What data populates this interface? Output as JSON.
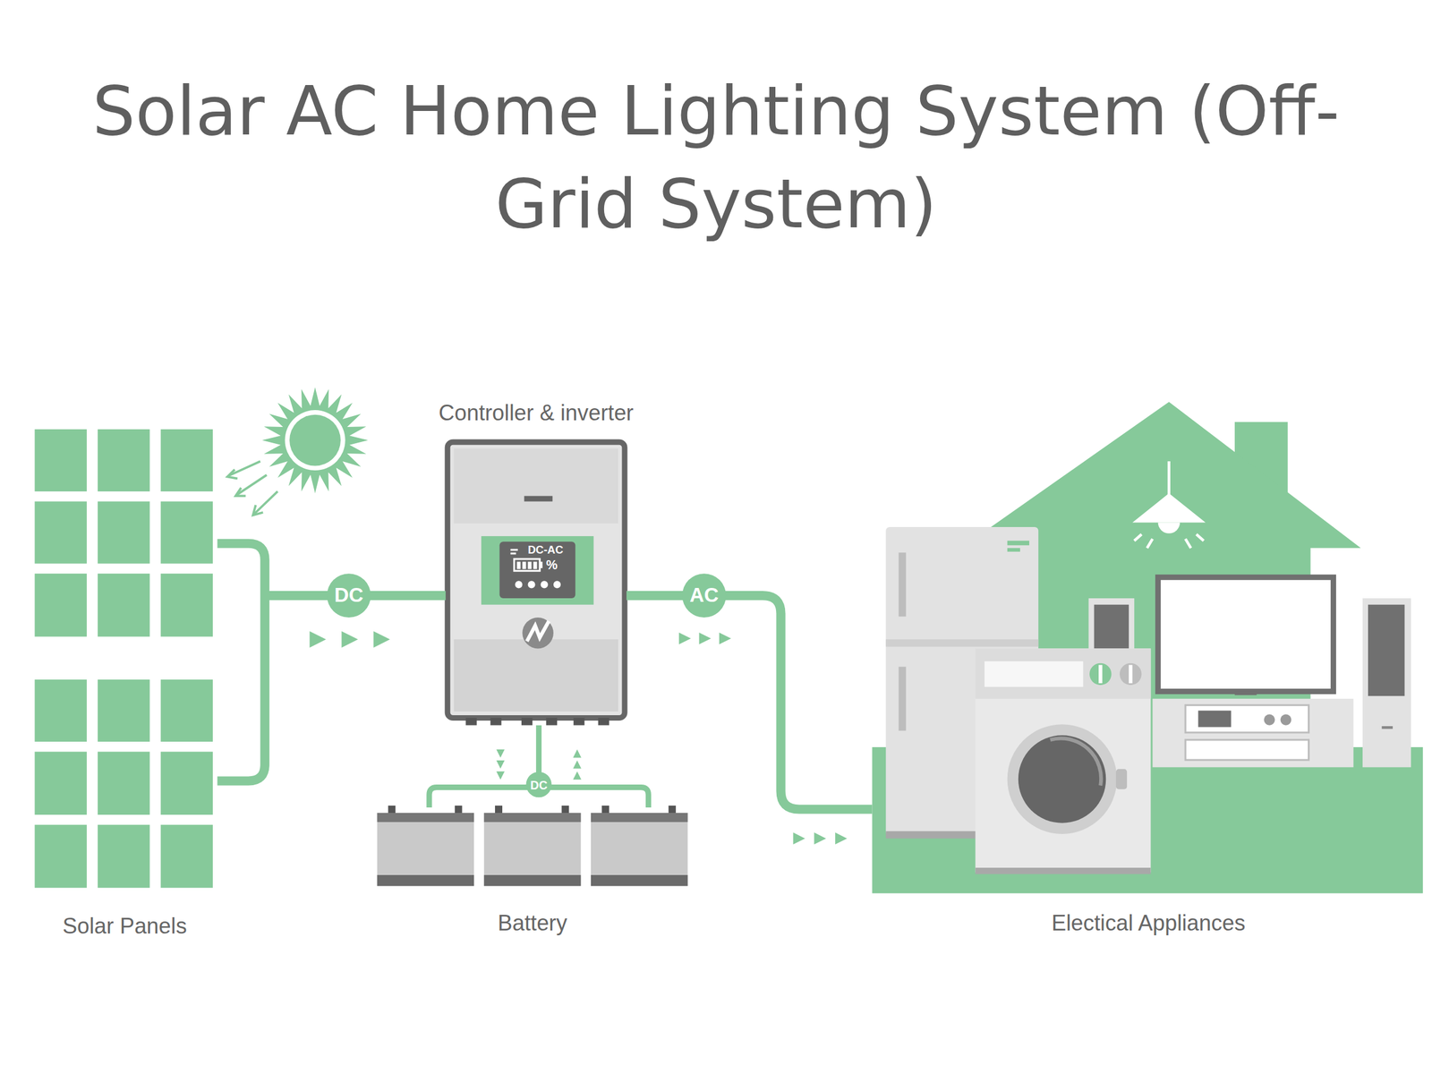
{
  "diagram": {
    "title": "Solar AC Home Lighting System (Off-Grid System)",
    "nodes": [
      {
        "text": [
          "Solar Panels"
        ]
      },
      {
        "text": [
          "Controller & inverter"
        ]
      },
      {
        "text": [
          "Battery"
        ]
      },
      {
        "text": [
          "Electical Appliances"
        ]
      }
    ],
    "edges": [
      {
        "from": 0,
        "to": 1,
        "label": "DC",
        "arrow": "to"
      },
      {
        "from": 1,
        "to": 3,
        "label": "AC",
        "arrow": "to"
      },
      {
        "from": 1,
        "to": 2,
        "label": "DC",
        "arrow": "both"
      }
    ],
    "labels": [
      "DC-AC",
      "%"
    ]
  }
}
